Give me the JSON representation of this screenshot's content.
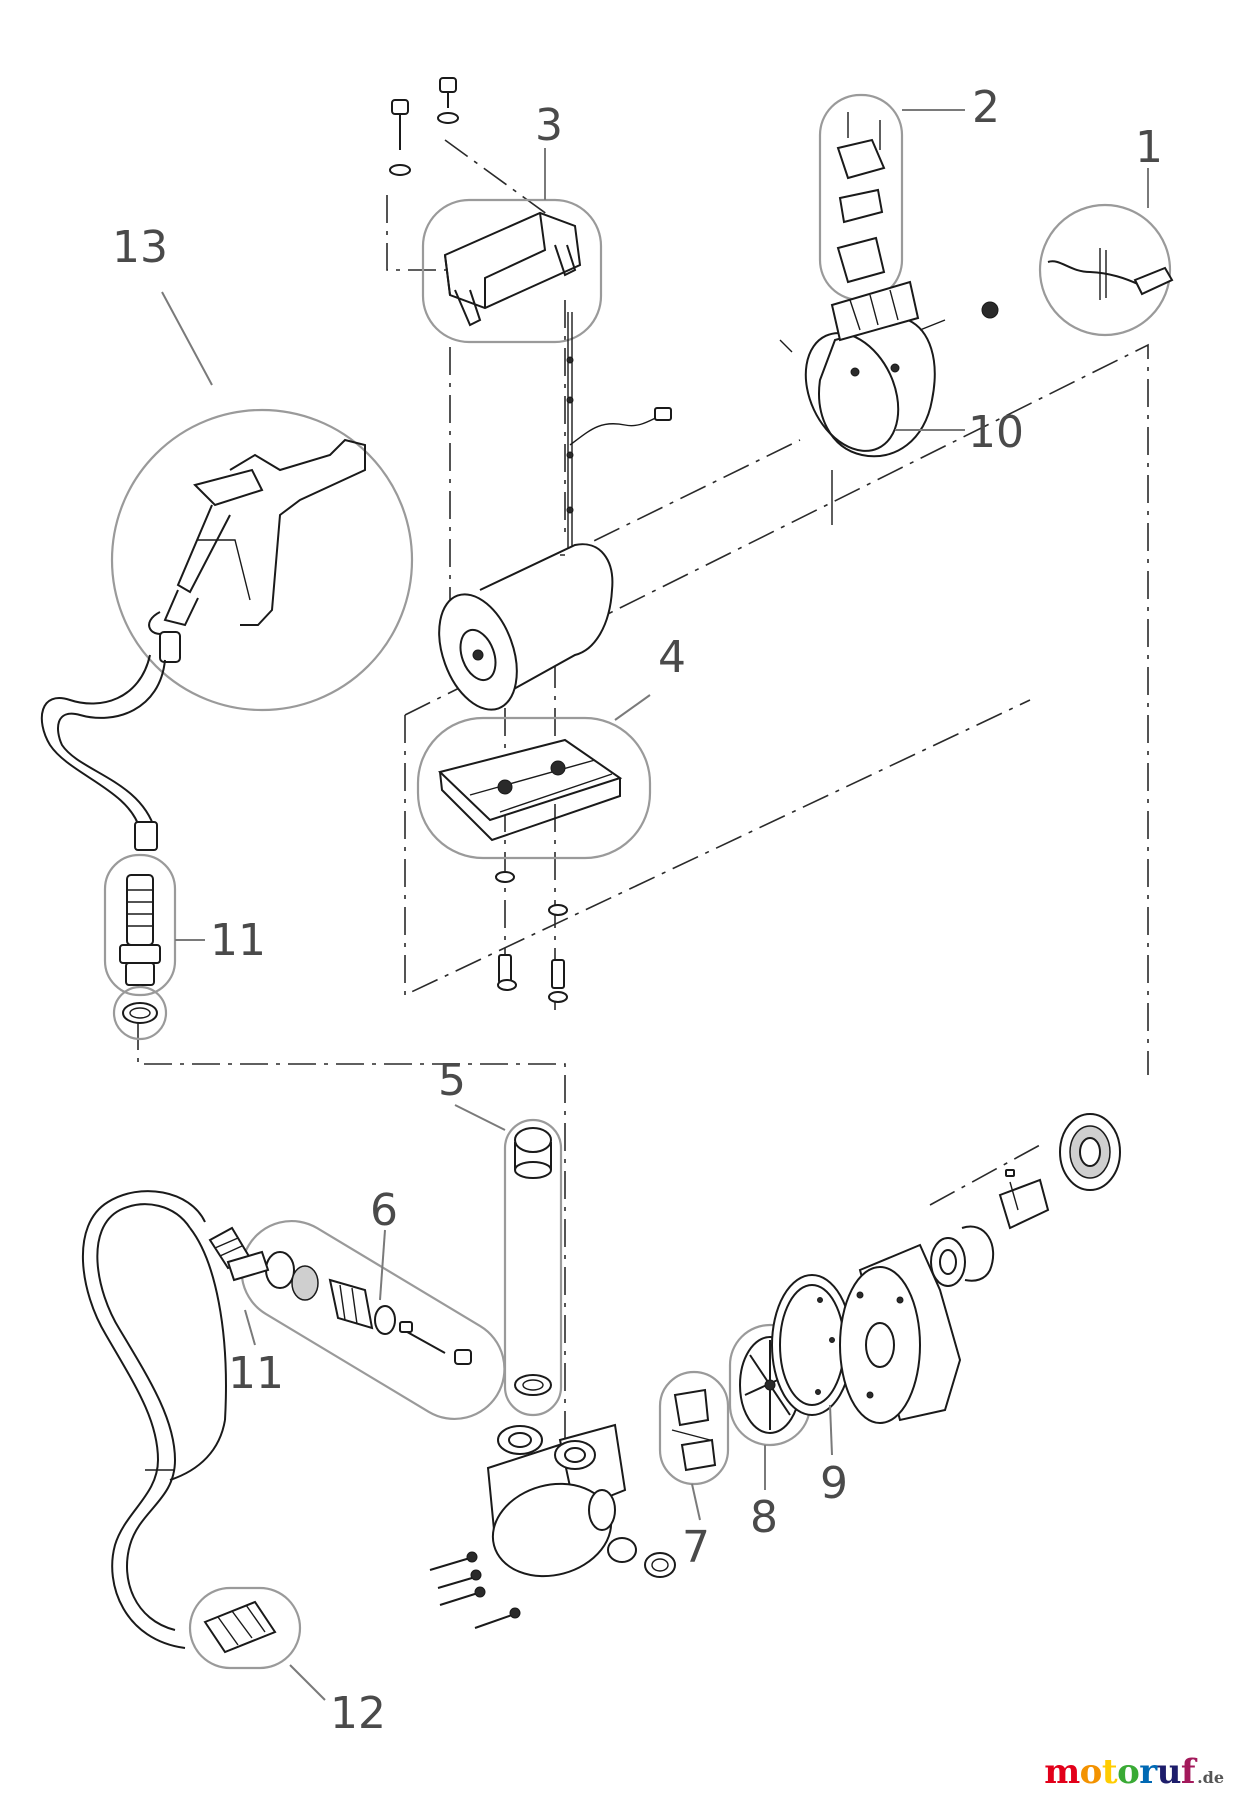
{
  "diagram": {
    "type": "exploded-parts-diagram",
    "callouts": [
      {
        "key": "c1",
        "text": "1"
      },
      {
        "key": "c2",
        "text": "2"
      },
      {
        "key": "c3",
        "text": "3"
      },
      {
        "key": "c4",
        "text": "4"
      },
      {
        "key": "c5",
        "text": "5"
      },
      {
        "key": "c6",
        "text": "6"
      },
      {
        "key": "c7",
        "text": "7"
      },
      {
        "key": "c8",
        "text": "8"
      },
      {
        "key": "c9",
        "text": "9"
      },
      {
        "key": "c10",
        "text": "10"
      },
      {
        "key": "c11a",
        "text": "11"
      },
      {
        "key": "c11b",
        "text": "11"
      },
      {
        "key": "c12",
        "text": "12"
      },
      {
        "key": "c13",
        "text": "13"
      }
    ]
  },
  "watermark": {
    "brand": "motoruf",
    "tld": ".de",
    "letter_colors": [
      "#e2001a",
      "#f39200",
      "#ffcc00",
      "#3aaa35",
      "#0069b4",
      "#1d1d6b",
      "#a3195b"
    ]
  }
}
